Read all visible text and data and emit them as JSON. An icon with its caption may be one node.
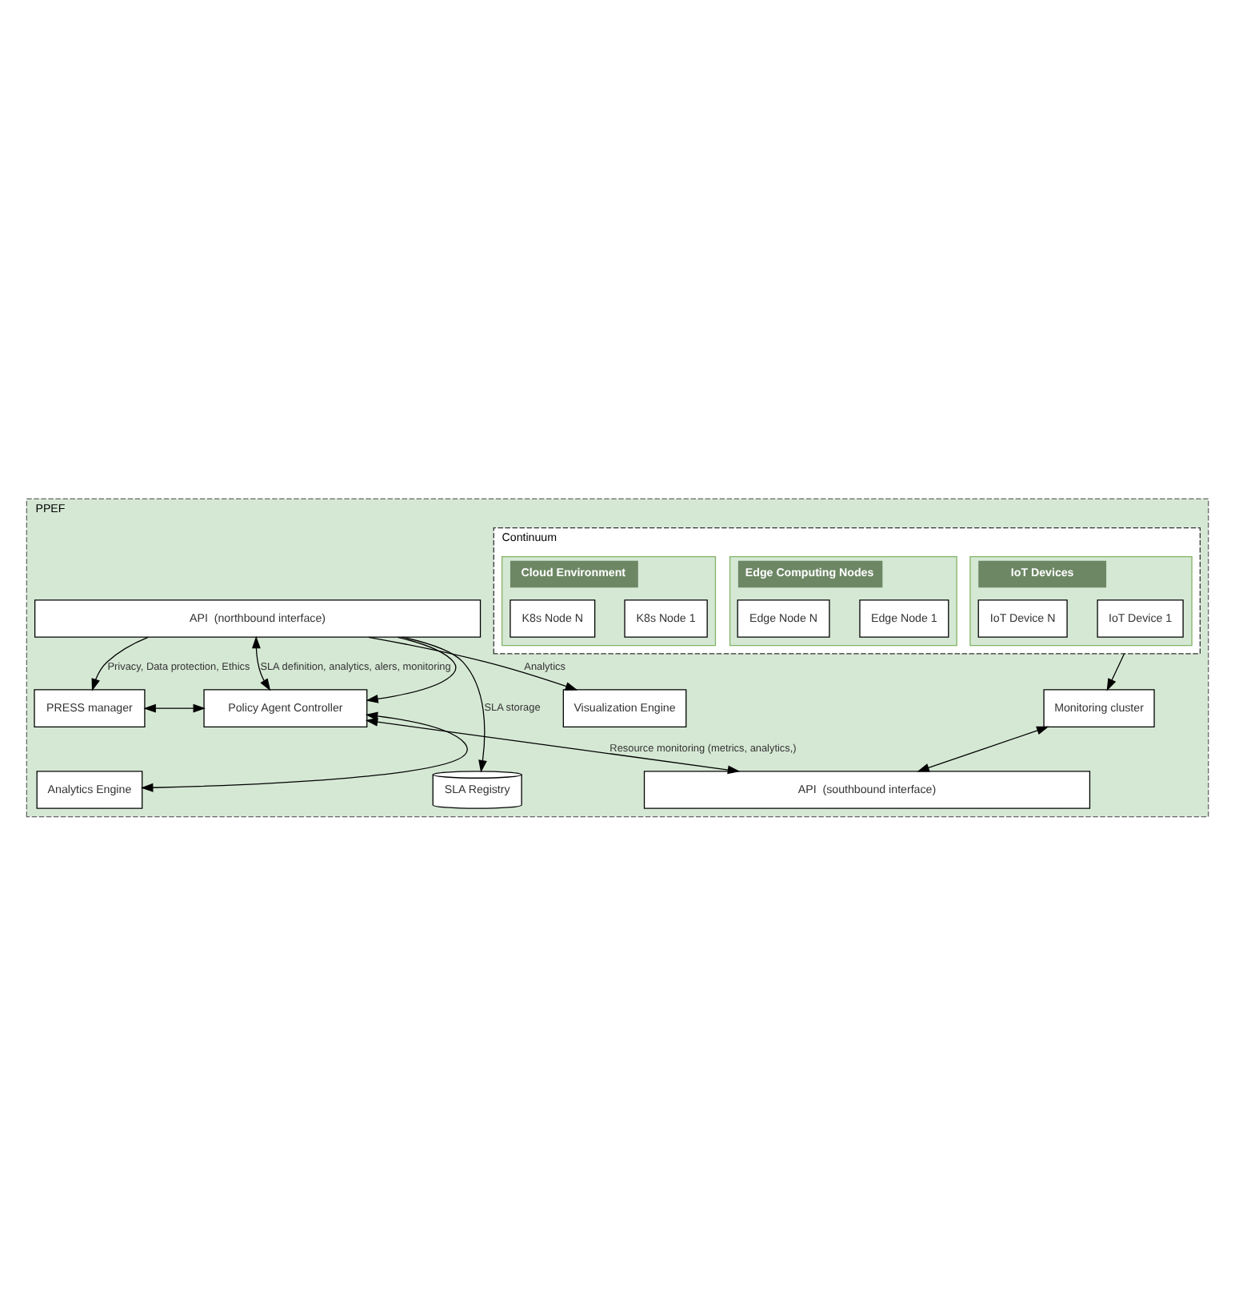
{
  "diagram": {
    "nodes": [
      {
        "text": [
          "PPEF"
        ]
      },
      {
        "text": [
          "API  (northbound interface)"
        ],
        "in": 0
      },
      {
        "text": [
          "PRESS manager"
        ],
        "in": 0
      },
      {
        "text": [
          "Policy Agent Controller"
        ],
        "in": 0
      },
      {
        "text": [
          "Visualization Engine"
        ],
        "in": 0
      },
      {
        "text": [
          "Analytics Engine"
        ],
        "in": 0
      },
      {
        "text": [
          "SLA Registry"
        ],
        "in": 0
      },
      {
        "text": [
          "API  (southbound interface)"
        ],
        "in": 0
      },
      {
        "text": [
          "Monitoring cluster"
        ],
        "in": 0
      },
      {
        "text": [
          "Continuum"
        ],
        "in": 0
      },
      {
        "text": [
          "IoT Devices"
        ],
        "in": 9
      },
      {
        "text": [
          "IoT Device 1"
        ],
        "in": 10
      },
      {
        "text": [
          "IoT Device N"
        ],
        "in": 10
      },
      {
        "text": [
          "Edge Computing Nodes"
        ],
        "in": 9
      },
      {
        "text": [
          "Edge Node 1"
        ],
        "in": 13
      },
      {
        "text": [
          "Edge Node N"
        ],
        "in": 13
      },
      {
        "text": [
          "Cloud Environment"
        ],
        "in": 9
      },
      {
        "text": [
          "K8s Node 1"
        ],
        "in": 16
      },
      {
        "text": [
          "K8s Node N"
        ],
        "in": 16
      }
    ],
    "edges": [
      {
        "from": 1,
        "to": 3,
        "arrow": "both",
        "label": "SLA definition, analytics, alers, monitoring"
      },
      {
        "from": 1,
        "to": 2,
        "arrow": "to",
        "label": "Privacy, Data protection, Ethics"
      },
      {
        "from": 1,
        "to": 4,
        "arrow": "to",
        "label": "Analytics"
      },
      {
        "from": 1,
        "to": 3,
        "arrow": "to"
      },
      {
        "from": 1,
        "to": 6,
        "arrow": "to",
        "label": "SLA storage"
      },
      {
        "from": 2,
        "to": 3,
        "arrow": "both"
      },
      {
        "from": 5,
        "to": 3,
        "arrow": "both"
      },
      {
        "from": 3,
        "to": 7,
        "arrow": "both",
        "label": "Resource monitoring (metrics, analytics,)"
      },
      {
        "from": 8,
        "to": 7,
        "arrow": "both"
      },
      {
        "from": 9,
        "to": 8,
        "arrow": "to"
      }
    ]
  }
}
